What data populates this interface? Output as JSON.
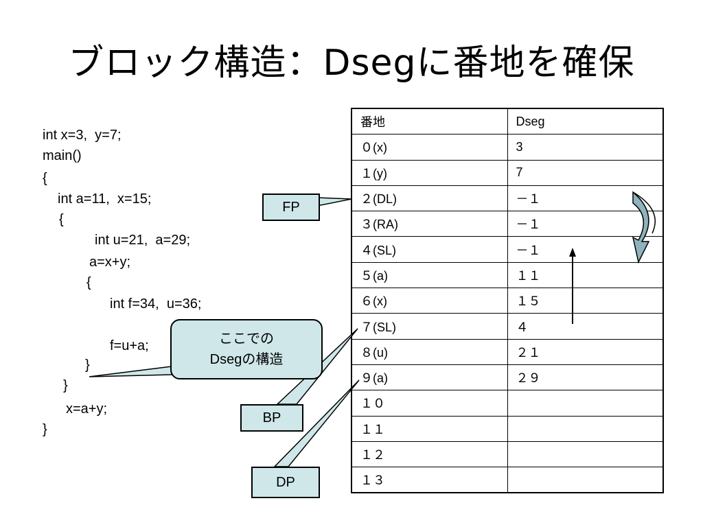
{
  "title": "ブロック構造：Dsegに番地を確保",
  "code": [
    "int x=3,  y=7;",
    "main()",
    "{",
    "int a=11,  x=15;",
    "{",
    "int u=21,  a=29;",
    "a=x+y;",
    "{",
    "int f=34,  u=36;",
    "f=u+a;",
    "}",
    "}",
    "x=a+y;",
    "}"
  ],
  "table": {
    "headers": [
      "番地",
      "Dseg"
    ],
    "rows": [
      [
        "０(x)",
        "3"
      ],
      [
        "１(y)",
        "7"
      ],
      [
        "２(DL)",
        "－１"
      ],
      [
        "３(RA)",
        "－１"
      ],
      [
        "４(SL)",
        "－１"
      ],
      [
        "５(a)",
        "１１"
      ],
      [
        "６(x)",
        "１５"
      ],
      [
        "７(SL)",
        "４"
      ],
      [
        "８(u)",
        "２１"
      ],
      [
        "９(a)",
        "２９"
      ],
      [
        "１０",
        ""
      ],
      [
        "１１",
        ""
      ],
      [
        "１２",
        ""
      ],
      [
        "１３",
        ""
      ]
    ]
  },
  "pointers": {
    "fp": "FP",
    "bp": "BP",
    "dp": "DP"
  },
  "callout": {
    "line1": "ここでの",
    "line2": "Dsegの構造"
  },
  "colors": {
    "box_fill": "#cfe7e9",
    "curved_arrow": "#8fb3bd"
  }
}
